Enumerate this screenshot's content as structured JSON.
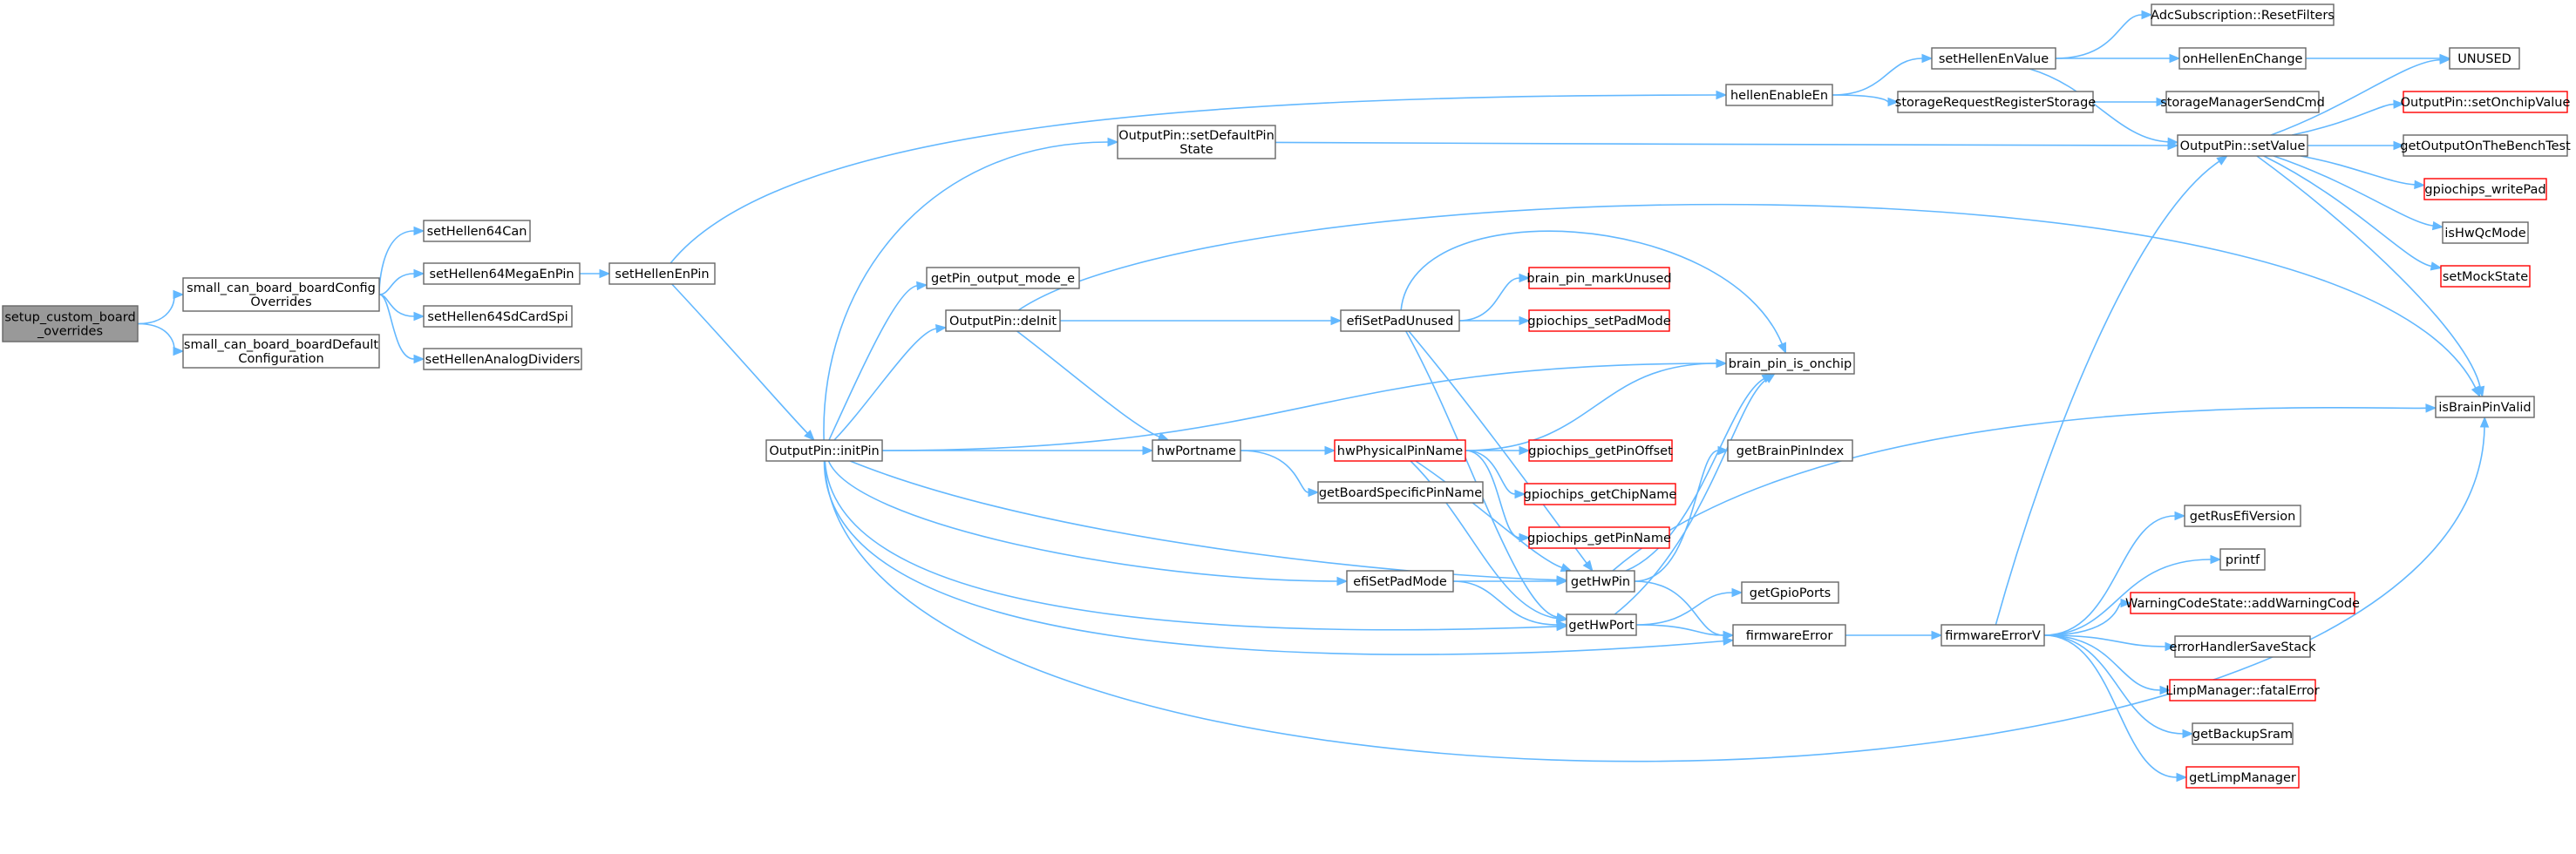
{
  "title": "setup_custom_board_overrides call graph",
  "colors": {
    "edge": "#63b8ff",
    "root_fill": "#999999",
    "border": "#666666",
    "red_border": "#ff0000"
  },
  "nodes": {
    "setup_custom_board_overrides": {
      "lines": [
        "setup_custom_board",
        "_overrides"
      ],
      "style": "root"
    },
    "small_can_board_boardConfigOverrides": {
      "lines": [
        "small_can_board_boardConfig",
        "Overrides"
      ],
      "style": "normal"
    },
    "small_can_board_boardDefaultConfiguration": {
      "lines": [
        "small_can_board_boardDefault",
        "Configuration"
      ],
      "style": "normal"
    },
    "setHellen64Can": {
      "lines": [
        "setHellen64Can"
      ],
      "style": "normal"
    },
    "setHellen64MegaEnPin": {
      "lines": [
        "setHellen64MegaEnPin"
      ],
      "style": "normal"
    },
    "setHellen64SdCardSpi": {
      "lines": [
        "setHellen64SdCardSpi"
      ],
      "style": "normal"
    },
    "setHellenAnalogDividers": {
      "lines": [
        "setHellenAnalogDividers"
      ],
      "style": "normal"
    },
    "setHellenEnPin": {
      "lines": [
        "setHellenEnPin"
      ],
      "style": "normal"
    },
    "OutputPin_initPin": {
      "lines": [
        "OutputPin::initPin"
      ],
      "style": "normal"
    },
    "hellenEnableEn": {
      "lines": [
        "hellenEnableEn"
      ],
      "style": "normal"
    },
    "OutputPin_setDefaultPinState": {
      "lines": [
        "OutputPin::setDefaultPin",
        "State"
      ],
      "style": "normal"
    },
    "getPin_output_mode_e": {
      "lines": [
        "getPin_output_mode_e"
      ],
      "style": "normal"
    },
    "OutputPin_deInit": {
      "lines": [
        "OutputPin::deInit"
      ],
      "style": "normal"
    },
    "hwPortname": {
      "lines": [
        "hwPortname"
      ],
      "style": "normal"
    },
    "efiSetPadMode": {
      "lines": [
        "efiSetPadMode"
      ],
      "style": "normal"
    },
    "getBoardSpecificPinName": {
      "lines": [
        "getBoardSpecificPinName"
      ],
      "style": "normal"
    },
    "hwPhysicalPinName": {
      "lines": [
        "hwPhysicalPinName"
      ],
      "style": "red"
    },
    "efiSetPadUnused": {
      "lines": [
        "efiSetPadUnused"
      ],
      "style": "normal"
    },
    "brain_pin_markUnused": {
      "lines": [
        "brain_pin_markUnused"
      ],
      "style": "red"
    },
    "gpiochips_setPadMode": {
      "lines": [
        "gpiochips_setPadMode"
      ],
      "style": "red"
    },
    "gpiochips_getPinOffset": {
      "lines": [
        "gpiochips_getPinOffset"
      ],
      "style": "red"
    },
    "gpiochips_getChipName": {
      "lines": [
        "gpiochips_getChipName"
      ],
      "style": "red"
    },
    "gpiochips_getPinName": {
      "lines": [
        "gpiochips_getPinName"
      ],
      "style": "red"
    },
    "getHwPin": {
      "lines": [
        "getHwPin"
      ],
      "style": "normal"
    },
    "getHwPort": {
      "lines": [
        "getHwPort"
      ],
      "style": "normal"
    },
    "setHellenEnValue": {
      "lines": [
        "setHellenEnValue"
      ],
      "style": "normal"
    },
    "storageRequestRegisterStorage": {
      "lines": [
        "storageRequestRegisterStorage"
      ],
      "style": "normal"
    },
    "brain_pin_is_onchip": {
      "lines": [
        "brain_pin_is_onchip"
      ],
      "style": "normal"
    },
    "getBrainPinIndex": {
      "lines": [
        "getBrainPinIndex"
      ],
      "style": "normal"
    },
    "getGpioPorts": {
      "lines": [
        "getGpioPorts"
      ],
      "style": "normal"
    },
    "firmwareError": {
      "lines": [
        "firmwareError"
      ],
      "style": "normal"
    },
    "firmwareErrorV": {
      "lines": [
        "firmwareErrorV"
      ],
      "style": "normal"
    },
    "AdcSubscription_ResetFilters": {
      "lines": [
        "AdcSubscription::ResetFilters"
      ],
      "style": "normal"
    },
    "onHellenEnChange": {
      "lines": [
        "onHellenEnChange"
      ],
      "style": "normal"
    },
    "storageManagerSendCmd": {
      "lines": [
        "storageManagerSendCmd"
      ],
      "style": "normal"
    },
    "OutputPin_setValue": {
      "lines": [
        "OutputPin::setValue"
      ],
      "style": "normal"
    },
    "getRusEfiVersion": {
      "lines": [
        "getRusEfiVersion"
      ],
      "style": "normal"
    },
    "printf": {
      "lines": [
        "printf"
      ],
      "style": "normal"
    },
    "WarningCodeState_addWarningCode": {
      "lines": [
        "WarningCodeState::addWarningCode"
      ],
      "style": "red"
    },
    "errorHandlerSaveStack": {
      "lines": [
        "errorHandlerSaveStack"
      ],
      "style": "normal"
    },
    "LimpManager_fatalError": {
      "lines": [
        "LimpManager::fatalError"
      ],
      "style": "red"
    },
    "getBackupSram": {
      "lines": [
        "getBackupSram"
      ],
      "style": "normal"
    },
    "getLimpManager": {
      "lines": [
        "getLimpManager"
      ],
      "style": "red"
    },
    "UNUSED": {
      "lines": [
        "UNUSED"
      ],
      "style": "normal"
    },
    "OutputPin_setOnchipValue": {
      "lines": [
        "OutputPin::setOnchipValue"
      ],
      "style": "red"
    },
    "getOutputOnTheBenchTest": {
      "lines": [
        "getOutputOnTheBenchTest"
      ],
      "style": "normal"
    },
    "gpiochips_writePad": {
      "lines": [
        "gpiochips_writePad"
      ],
      "style": "red"
    },
    "isHwQcMode": {
      "lines": [
        "isHwQcMode"
      ],
      "style": "normal"
    },
    "setMockState": {
      "lines": [
        "setMockState"
      ],
      "style": "red"
    },
    "isBrainPinValid": {
      "lines": [
        "isBrainPinValid"
      ],
      "style": "normal"
    }
  },
  "edges": [
    [
      "setup_custom_board_overrides",
      "small_can_board_boardConfigOverrides"
    ],
    [
      "setup_custom_board_overrides",
      "small_can_board_boardDefaultConfiguration"
    ],
    [
      "small_can_board_boardConfigOverrides",
      "setHellen64Can"
    ],
    [
      "small_can_board_boardConfigOverrides",
      "setHellen64MegaEnPin"
    ],
    [
      "small_can_board_boardConfigOverrides",
      "setHellen64SdCardSpi"
    ],
    [
      "small_can_board_boardConfigOverrides",
      "setHellenAnalogDividers"
    ],
    [
      "setHellen64MegaEnPin",
      "setHellenEnPin"
    ],
    [
      "setHellenEnPin",
      "hellenEnableEn"
    ],
    [
      "setHellenEnPin",
      "OutputPin_initPin"
    ],
    [
      "hellenEnableEn",
      "setHellenEnValue"
    ],
    [
      "hellenEnableEn",
      "storageRequestRegisterStorage"
    ],
    [
      "setHellenEnValue",
      "AdcSubscription_ResetFilters"
    ],
    [
      "setHellenEnValue",
      "onHellenEnChange"
    ],
    [
      "setHellenEnValue",
      "OutputPin_setValue"
    ],
    [
      "storageRequestRegisterStorage",
      "storageManagerSendCmd"
    ],
    [
      "onHellenEnChange",
      "UNUSED"
    ],
    [
      "OutputPin_initPin",
      "OutputPin_setDefaultPinState"
    ],
    [
      "OutputPin_initPin",
      "getPin_output_mode_e"
    ],
    [
      "OutputPin_initPin",
      "OutputPin_deInit"
    ],
    [
      "OutputPin_initPin",
      "brain_pin_is_onchip"
    ],
    [
      "OutputPin_initPin",
      "hwPortname"
    ],
    [
      "OutputPin_initPin",
      "getHwPin"
    ],
    [
      "OutputPin_initPin",
      "efiSetPadMode"
    ],
    [
      "OutputPin_initPin",
      "getHwPort"
    ],
    [
      "OutputPin_initPin",
      "firmwareError"
    ],
    [
      "OutputPin_initPin",
      "isBrainPinValid"
    ],
    [
      "OutputPin_setDefaultPinState",
      "OutputPin_setValue"
    ],
    [
      "OutputPin_deInit",
      "efiSetPadUnused"
    ],
    [
      "OutputPin_deInit",
      "hwPortname"
    ],
    [
      "OutputPin_deInit",
      "isBrainPinValid"
    ],
    [
      "hwPortname",
      "hwPhysicalPinName"
    ],
    [
      "hwPortname",
      "getBoardSpecificPinName"
    ],
    [
      "hwPhysicalPinName",
      "brain_pin_is_onchip"
    ],
    [
      "hwPhysicalPinName",
      "gpiochips_getPinOffset"
    ],
    [
      "hwPhysicalPinName",
      "gpiochips_getChipName"
    ],
    [
      "hwPhysicalPinName",
      "gpiochips_getPinName"
    ],
    [
      "hwPhysicalPinName",
      "getHwPin"
    ],
    [
      "hwPhysicalPinName",
      "getHwPort"
    ],
    [
      "efiSetPadUnused",
      "brain_pin_markUnused"
    ],
    [
      "efiSetPadUnused",
      "gpiochips_setPadMode"
    ],
    [
      "efiSetPadUnused",
      "brain_pin_is_onchip"
    ],
    [
      "efiSetPadUnused",
      "getHwPin"
    ],
    [
      "efiSetPadUnused",
      "getHwPort"
    ],
    [
      "efiSetPadMode",
      "getHwPin"
    ],
    [
      "efiSetPadMode",
      "getHwPort"
    ],
    [
      "getHwPin",
      "brain_pin_is_onchip"
    ],
    [
      "getHwPin",
      "getBrainPinIndex"
    ],
    [
      "getHwPin",
      "isBrainPinValid"
    ],
    [
      "getHwPin",
      "firmwareError"
    ],
    [
      "getHwPort",
      "brain_pin_is_onchip"
    ],
    [
      "getHwPort",
      "getGpioPorts"
    ],
    [
      "getHwPort",
      "firmwareError"
    ],
    [
      "firmwareError",
      "firmwareErrorV"
    ],
    [
      "firmwareErrorV",
      "OutputPin_setValue"
    ],
    [
      "firmwareErrorV",
      "getRusEfiVersion"
    ],
    [
      "firmwareErrorV",
      "printf"
    ],
    [
      "firmwareErrorV",
      "WarningCodeState_addWarningCode"
    ],
    [
      "firmwareErrorV",
      "errorHandlerSaveStack"
    ],
    [
      "firmwareErrorV",
      "LimpManager_fatalError"
    ],
    [
      "firmwareErrorV",
      "getBackupSram"
    ],
    [
      "firmwareErrorV",
      "getLimpManager"
    ],
    [
      "OutputPin_setValue",
      "UNUSED"
    ],
    [
      "OutputPin_setValue",
      "OutputPin_setOnchipValue"
    ],
    [
      "OutputPin_setValue",
      "getOutputOnTheBenchTest"
    ],
    [
      "OutputPin_setValue",
      "gpiochips_writePad"
    ],
    [
      "OutputPin_setValue",
      "isHwQcMode"
    ],
    [
      "OutputPin_setValue",
      "setMockState"
    ],
    [
      "OutputPin_setValue",
      "isBrainPinValid"
    ]
  ]
}
